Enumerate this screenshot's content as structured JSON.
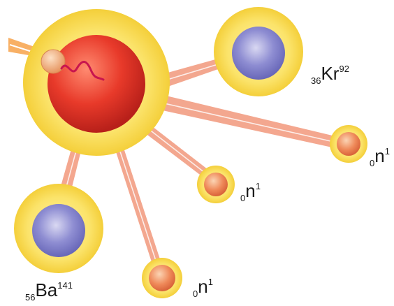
{
  "labels": {
    "krypton": {
      "atomic_number": "36",
      "symbol": "Kr",
      "mass_number": "92"
    },
    "barium": {
      "atomic_number": "56",
      "symbol": "Ba",
      "mass_number": "141"
    },
    "neutron_1": {
      "atomic_number": "0",
      "symbol": "n",
      "mass_number": "1"
    },
    "neutron_2": {
      "atomic_number": "0",
      "symbol": "n",
      "mass_number": "1"
    },
    "neutron_3": {
      "atomic_number": "0",
      "symbol": "n",
      "mass_number": "1"
    }
  },
  "colors": {
    "halo": "#fbe36a",
    "halo_edge": "#f4cf3a",
    "uranium_core": "#e83a2a",
    "product_core": "#7f7ec8",
    "neutron_core": "#ef8a5a",
    "ray": "#f08a6a",
    "wave": "#c8154e"
  }
}
